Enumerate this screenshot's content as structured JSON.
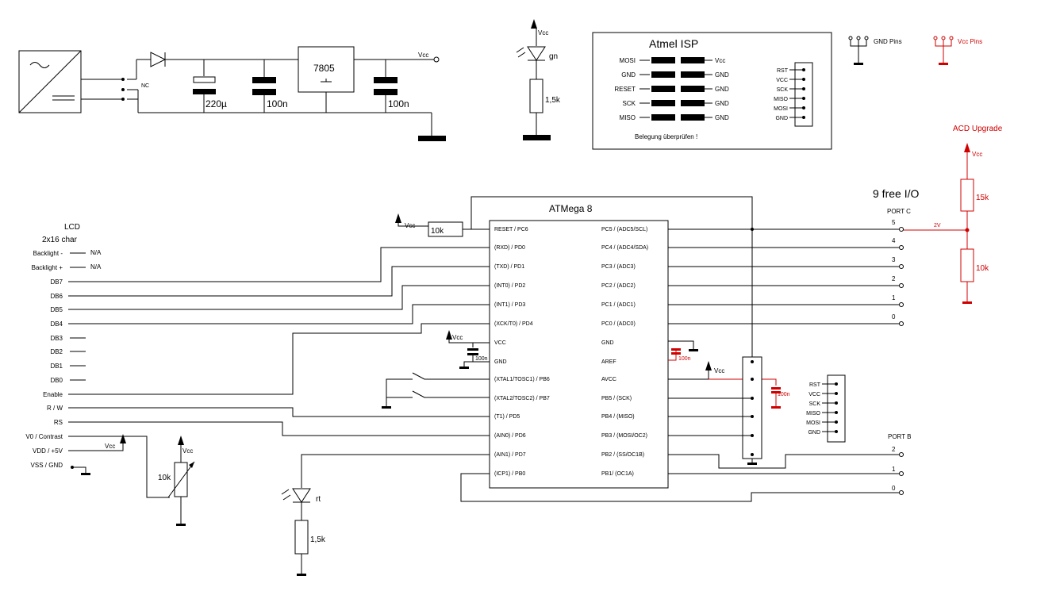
{
  "supply": {
    "nc_label": "NC",
    "c1_label": "220µ",
    "c2_label": "100n",
    "reg_label": "7805",
    "c3_label": "100n",
    "vcc_label": "Vcc"
  },
  "led_top": {
    "vcc_label": "Vcc",
    "led_label": "gn",
    "res_label": "1,5k"
  },
  "isp": {
    "title": "Atmel ISP",
    "left_pins": [
      "MOSI",
      "GND",
      "RESET",
      "SCK",
      "MISO"
    ],
    "right_pins": [
      "Vcc",
      "GND",
      "GND",
      "GND",
      "GND"
    ],
    "note": "Belegung überprüfen !",
    "header_pins": [
      "RST",
      "VCC",
      "SCK",
      "MISO",
      "MOSI",
      "GND"
    ]
  },
  "legend": {
    "gnd_pins": "GND Pins",
    "vcc_pins": "Vcc Pins"
  },
  "acd": {
    "title": "ACD Upgrade",
    "vcc_label": "Vcc",
    "r1_label": "15k",
    "r2_label": "10k",
    "voltage": "2V"
  },
  "free_io": "9 free I/O",
  "portc": {
    "label": "PORT C",
    "pins": [
      "5",
      "4",
      "3",
      "2",
      "1",
      "0"
    ]
  },
  "portb": {
    "label": "PORT B",
    "pins": [
      "2",
      "1",
      "0"
    ]
  },
  "mcu": {
    "title": "ATMega 8",
    "reset_res": "10k",
    "vcc_label": "Vcc",
    "left_pins": [
      "RESET / PC6",
      "(RXD) / PD0",
      "(TXD) / PD1",
      "(INT0) / PD2",
      "(INT1) / PD3",
      "(XCK/T0) / PD4",
      "VCC",
      "GND",
      "(XTAL1/TOSC1) / PB6",
      "(XTAL2/TOSC2) / PB7",
      "(T1) / PD5",
      "(AIN0) / PD6",
      "(AIN1) / PD7",
      "(ICP1) / PB0"
    ],
    "right_pins": [
      "PC5 / (ADC5/SCL)",
      "PC4 / (ADC4/SDA)",
      "PC3 / (ADC3)",
      "PC2 / (ADC2)",
      "PC1 / (ADC1)",
      "PC0 / (ADC0)",
      "GND",
      "AREF",
      "AVCC",
      "PB5 / (SCK)",
      "PB4 / (MISO)",
      "PB3 / (MOSI/OC2)",
      "PB2 / (SS/OC1B)",
      "PB1/ (OC1A)"
    ],
    "vcc_cap": "100n",
    "aref_cap": "100n",
    "avcc_label": "Vcc",
    "avcc_cap": "100n"
  },
  "header2_pins": [
    "RST",
    "VCC",
    "SCK",
    "MISO",
    "MOSI",
    "GND"
  ],
  "lcd": {
    "title": "LCD",
    "subtitle": "2x16 char",
    "pins": [
      "Backlight -",
      "Backlight +",
      "DB7",
      "DB6",
      "DB5",
      "DB4",
      "DB3",
      "DB2",
      "DB1",
      "DB0",
      "Enable",
      "R / W",
      "RS",
      "V0 / Contrast",
      "VDD / +5V",
      "VSS / GND"
    ],
    "na1": "N/A",
    "na2": "N/A",
    "vdd_vcc": "Vcc",
    "pot_vcc": "Vcc",
    "pot_label": "10k"
  },
  "led_bottom": {
    "led_label": "rt",
    "res_label": "1,5k"
  }
}
